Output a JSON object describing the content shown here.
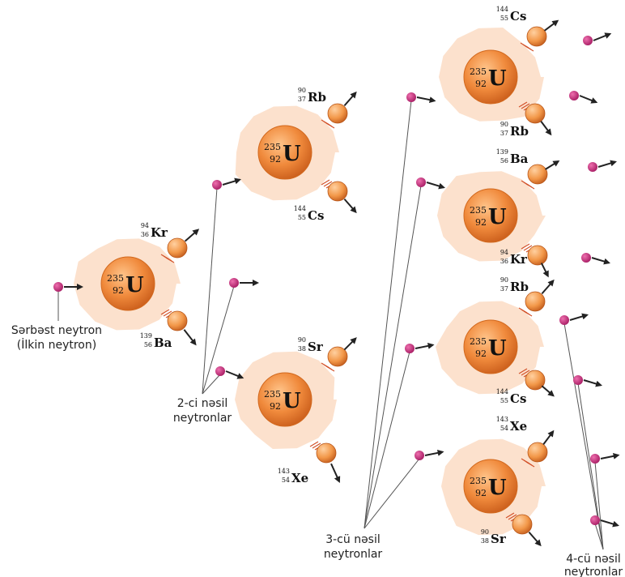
{
  "colors": {
    "halo": "#fcdcc4",
    "nucleus": "#f08a3c",
    "nucleus_dark": "#d2691e",
    "fragment": "#f29748",
    "neutron": "#c42a7a",
    "arrow": "#222222",
    "line": "#555555",
    "heat": "#d2522a"
  },
  "icons": {
    "neutron": "neutron-dot-icon",
    "nucleus": "uranium-nucleus-icon",
    "fragment": "fission-fragment-icon"
  },
  "uranium": {
    "symbol": "U",
    "mass": "235",
    "atomic": "92"
  },
  "labels": {
    "free_neutron_line1": "Sərbəst neytron",
    "free_neutron_line2": "(İlkin neytron)",
    "gen2_line1": "2-ci nəsil",
    "gen2_line2": "neytronlar",
    "gen3_line1": "3-cü nəsil",
    "gen3_line2": "neytronlar",
    "gen4_line1": "4-cü nəsil",
    "gen4_line2": "neytronlar"
  },
  "fragments": [
    {
      "symbol": "Kr",
      "mass": "94",
      "atomic": "36"
    },
    {
      "symbol": "Ba",
      "mass": "139",
      "atomic": "56"
    },
    {
      "symbol": "Rb",
      "mass": "90",
      "atomic": "37"
    },
    {
      "symbol": "Cs",
      "mass": "144",
      "atomic": "55"
    },
    {
      "symbol": "Sr",
      "mass": "90",
      "atomic": "38"
    },
    {
      "symbol": "Xe",
      "mass": "143",
      "atomic": "54"
    },
    {
      "symbol": "Cs",
      "mass": "144",
      "atomic": "55"
    },
    {
      "symbol": "Rb",
      "mass": "90",
      "atomic": "37"
    },
    {
      "symbol": "Ba",
      "mass": "139",
      "atomic": "56"
    },
    {
      "symbol": "Kr",
      "mass": "94",
      "atomic": "36"
    },
    {
      "symbol": "Rb",
      "mass": "90",
      "atomic": "37"
    },
    {
      "symbol": "Cs",
      "mass": "144",
      "atomic": "55"
    },
    {
      "symbol": "Xe",
      "mass": "143",
      "atomic": "54"
    },
    {
      "symbol": "Sr",
      "mass": "90",
      "atomic": "38"
    }
  ]
}
